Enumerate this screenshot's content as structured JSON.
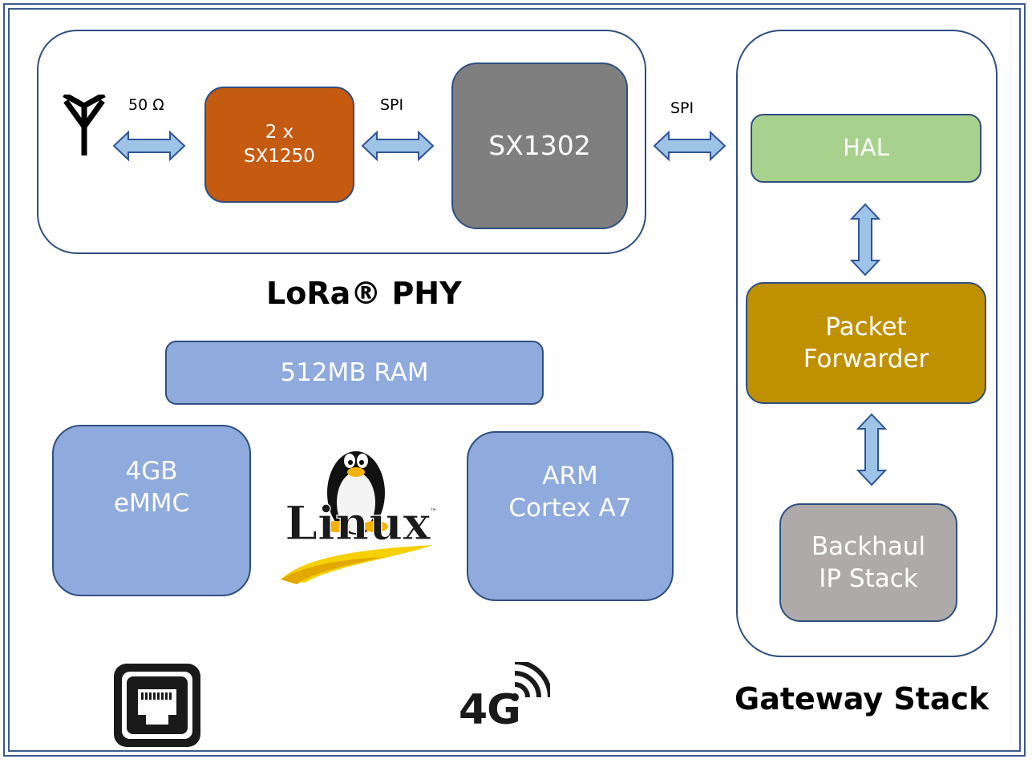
{
  "phy": {
    "label_50ohm": "50 Ω",
    "chip_sx1250": "2 x\nSX1250",
    "label_spi_1": "SPI",
    "chip_sx1302": "SX1302",
    "label_spi_2": "SPI",
    "title": "LoRa® PHY"
  },
  "gateway": {
    "hal": "HAL",
    "packet_forwarder": "Packet\nForwarder",
    "backhaul": "Backhaul\nIP Stack",
    "title": "Gateway Stack"
  },
  "host": {
    "ram": "512MB RAM",
    "emmc": "4GB\neMMC",
    "cpu": "ARM\nCortex A7",
    "os_logo_text": "Linux",
    "os_logo_tm": "™"
  },
  "connectivity": {
    "cellular_label": "4G"
  },
  "colors": {
    "frame": "#3c5a8c",
    "sx1250": "#c55a11",
    "sx1302": "#7f7f7f",
    "hal": "#a9d18e",
    "packet_forwarder": "#bf9000",
    "backhaul": "#aeaaaa",
    "host_blocks": "#8faadc",
    "arrows": "#9dc3e6"
  }
}
